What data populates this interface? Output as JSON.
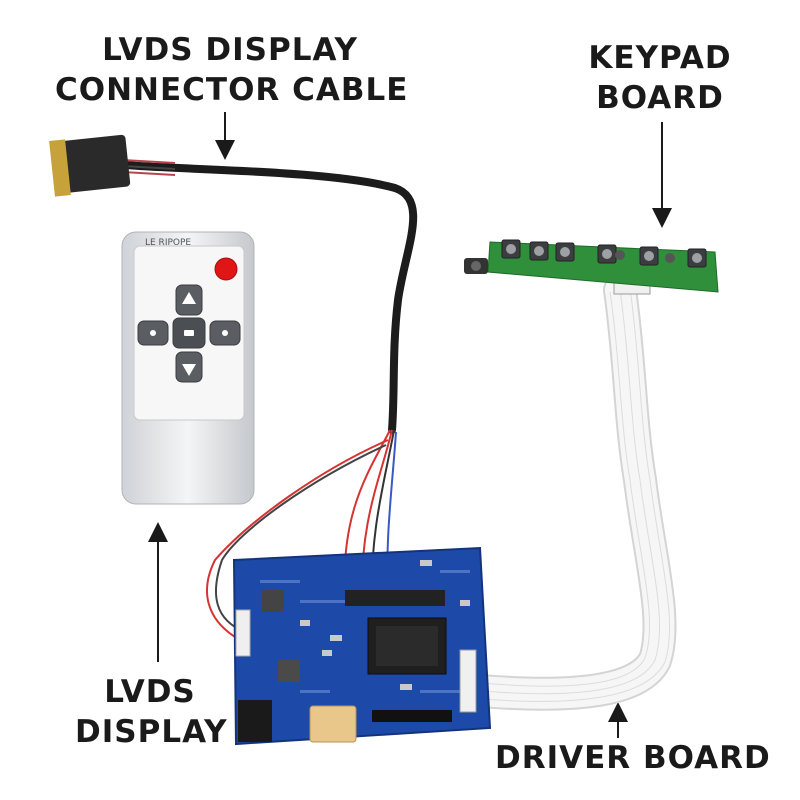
{
  "labels": {
    "lvds_cable": [
      "LVDS DISPLAY",
      "CONNECTOR CABLE"
    ],
    "keypad": [
      "KEYPAD",
      "BOARD"
    ],
    "lvds_display": [
      "LVDS",
      "DISPLAY"
    ],
    "driver": "DRIVER BOARD"
  },
  "remote": {
    "brand": "LE RIPOPE"
  },
  "colors": {
    "pcb_blue": "#1d4aa8",
    "keypad_green": "#2f8f3a",
    "cable_black": "#1c1c1c",
    "ribbon_white": "#f2f2f2",
    "power_red": "#e01515",
    "wire_red": "#d63333"
  },
  "icons": {
    "remote_up": "arrow-up-icon",
    "remote_down": "arrow-down-icon",
    "remote_left": "arrow-left-icon",
    "remote_right": "arrow-right-icon",
    "remote_center": "menu-icon"
  }
}
